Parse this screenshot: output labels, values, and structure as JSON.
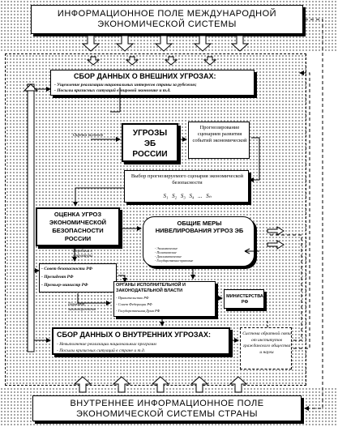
{
  "top_box": {
    "title": "ИНФОРМАЦИОННОЕ ПОЛЕ МЕЖДУНАРОДНОЙ ЭКОНОМИЧЕСКОЙ СИСТЕМЫ"
  },
  "bottom_box": {
    "title": "ВНУТРЕННЕЕ ИНФОРМАЦИОННОЕ ПОЛЕ ЭКОНОМИЧЕСКОЙ СИСТЕМЫ СТРАНЫ"
  },
  "external": {
    "title": "СБОР ДАННЫХ О ВНЕШНИХ УГРОЗАХ:",
    "items": [
      "- Ущемление реализации национальных интересов страны за рубежом;",
      "- Посылы кризисных ситуаций в мировой экономике и т.д."
    ]
  },
  "threats": {
    "title": "УГРОЗЫ ЭБ РОССИИ"
  },
  "signals_label": "Оценка вызовов",
  "forecast": {
    "text": "Прогнозирование сценариев развития событий экономической"
  },
  "scenario": {
    "text": "Выбор прогнозируемого сценария экономической безопасности",
    "series": "S₁ S₂ S₃ S₄ ... Sₙ"
  },
  "assessment": {
    "title": "ОЦЕНКА УГРОЗ ЭКОНОМИЧЕСКОЙ БЕЗОПАСНОСТИ РОССИИ"
  },
  "measures": {
    "title": "ОБЩИЕ МЕРЫ НИВЕЛИРОВАНИЯ УГРОЗ ЭБ",
    "items": [
      "- Экономические",
      "- Политические",
      "- Дипломатические",
      "- Государственно-правовые"
    ]
  },
  "transfer_label": "Передача в структуры",
  "recipients": {
    "items": [
      "- Совет безопасности РФ",
      "- Президент РФ",
      "- Премьер-министр РФ"
    ]
  },
  "authorities": {
    "title": "ОРГАНЫ ИСПОЛНИТЕЛЬНОЙ И ЗАКОНОДАТЕЛЬНОЙ ВЛАСТИ",
    "items": [
      "- Правительство РФ",
      "- Совет Федерации РФ",
      "- Государственная Дума РФ"
    ]
  },
  "transfer_label2": "Передача законопроектов",
  "ministries": {
    "title": "МИНИСТЕРСТВА РФ"
  },
  "internal": {
    "title": "СБОР ДАННЫХ О ВНУТРЕННИХ УГРОЗАХ:",
    "items": [
      "- Невыполнение реализации национальных программ",
      "- Посылы кризисных ситуаций в стране и т.д."
    ]
  },
  "feedback": {
    "text": "Система обратной связи от институтов гражданского общества и науки"
  }
}
